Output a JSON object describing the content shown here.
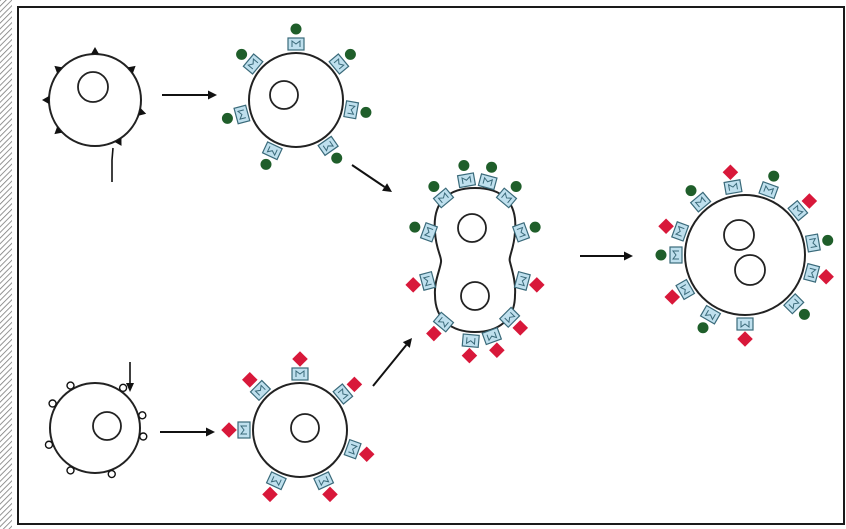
{
  "colors": {
    "background": "#ffffff",
    "frame": "#1a1a1a",
    "hatch_edge": "#7a7a7a",
    "cell_outline": "#222222",
    "arrow": "#111111",
    "receptor_fill": "#bfe0ee",
    "receptor_stroke": "#3a6a7a",
    "green_ligand": "#1f5e2a",
    "red_ligand": "#d8183a"
  },
  "icons": {
    "green_ligand": "green-circle-ligand-icon",
    "red_ligand": "red-diamond-ligand-icon",
    "receptor": "receptor-icon",
    "triangle_marker": "triangle-marker-icon",
    "circle_marker": "circle-marker-icon"
  },
  "cells": [
    {
      "id": "cell-top-left-unbound",
      "type": "single",
      "markers": "triangle"
    },
    {
      "id": "cell-top-middle-green",
      "type": "single",
      "ligand": "green"
    },
    {
      "id": "cell-bottom-left-unbound",
      "type": "single",
      "markers": "circle"
    },
    {
      "id": "cell-bottom-middle-red",
      "type": "single",
      "ligand": "red"
    },
    {
      "id": "cell-fusing-mixed",
      "type": "fusing",
      "ligands": [
        "green",
        "red"
      ]
    },
    {
      "id": "cell-hybrid-mixed",
      "type": "binucleate",
      "ligands": [
        "green",
        "red"
      ]
    }
  ]
}
